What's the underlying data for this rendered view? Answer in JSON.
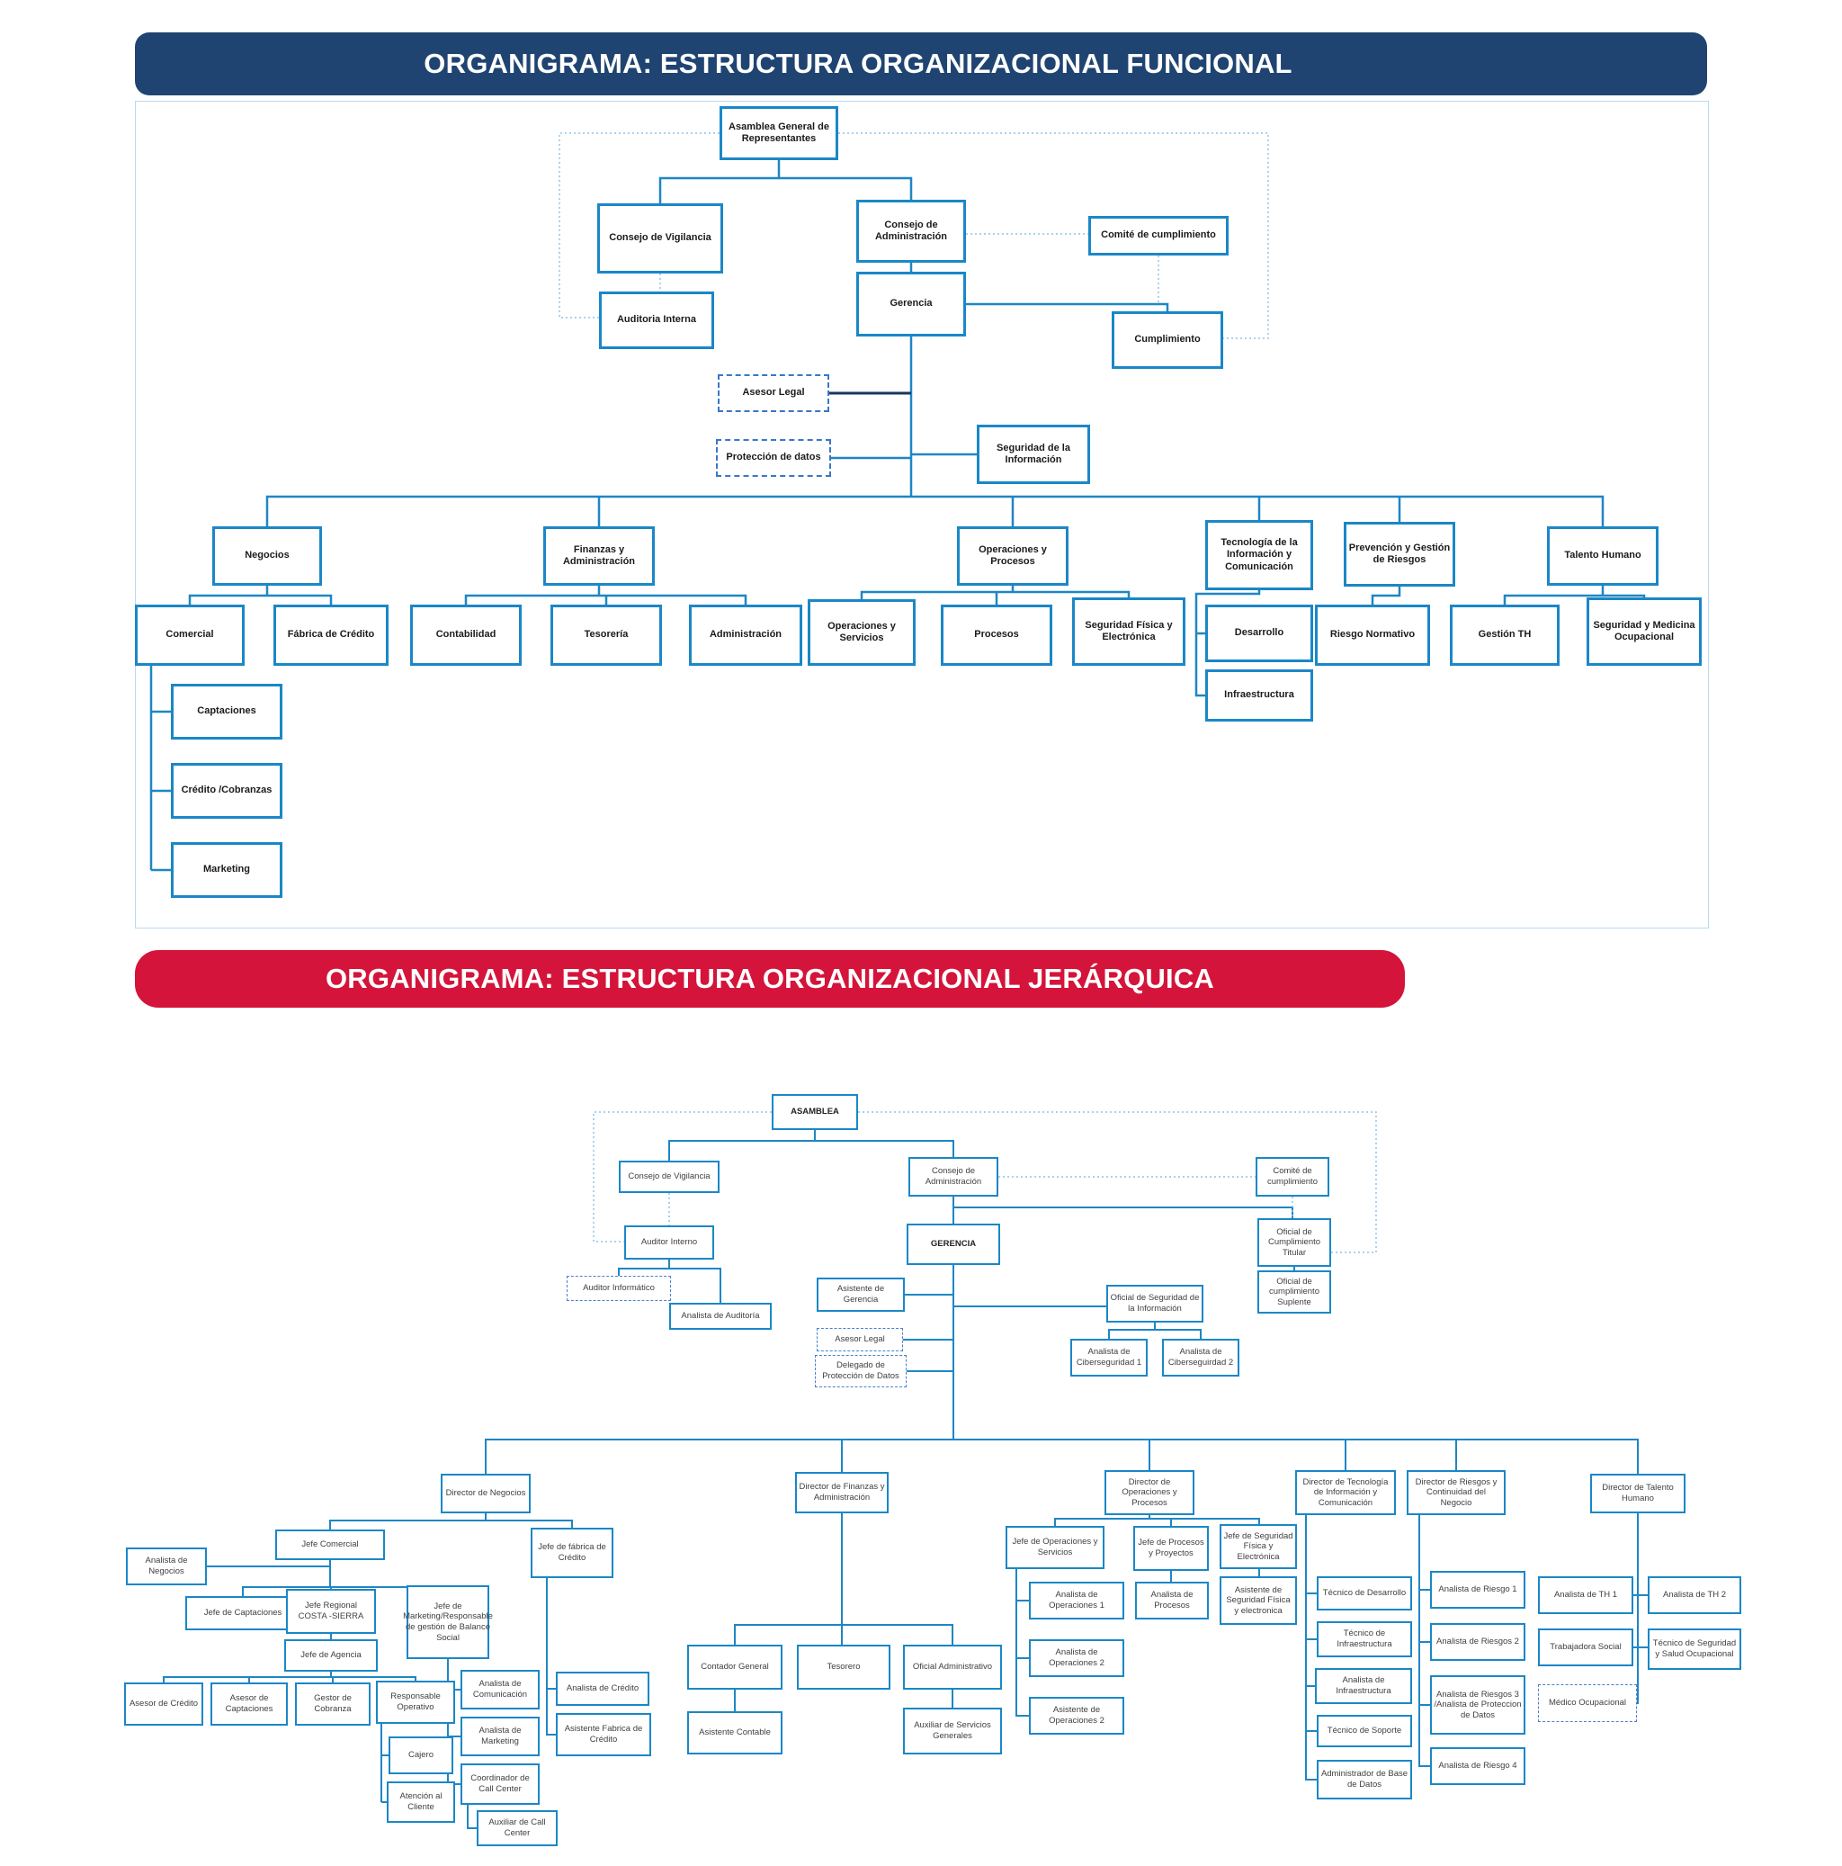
{
  "functional": {
    "title": "ORGANIGRAMA: ESTRUCTURA ORGANIZACIONAL FUNCIONAL",
    "nodes": {
      "asamblea": "Asamblea General de Representantes",
      "consejo_vigilancia": "Consejo de Vigilancia",
      "consejo_administracion": "Consejo de Administración",
      "comite_cumplimiento": "Comité de cumplimiento",
      "gerencia": "Gerencia",
      "auditoria_interna": "Auditoria Interna",
      "cumplimiento": "Cumplimiento",
      "asesor_legal": "Asesor Legal",
      "proteccion_datos": "Protección de datos",
      "seguridad_informacion": "Seguridad de la Información",
      "negocios": "Negocios",
      "finanzas_administracion": "Finanzas y Administración",
      "operaciones_procesos": "Operaciones y Procesos",
      "tecnologia": "Tecnología de la Información y Comunicación",
      "prevencion_riesgos": "Prevención y Gestión de Riesgos",
      "talento_humano": "Talento Humano",
      "comercial": "Comercial",
      "fabrica_credito": "Fábrica de Crédito",
      "contabilidad": "Contabilidad",
      "tesoreria": "Tesorería",
      "administracion": "Administración",
      "operaciones_servicios": "Operaciones y Servicios",
      "procesos": "Procesos",
      "seguridad_fisica": "Seguridad Física y Electrónica",
      "desarrollo": "Desarrollo",
      "infraestructura": "Infraestructura",
      "riesgo_normativo": "Riesgo Normativo",
      "gestion_th": "Gestión TH",
      "seguridad_medicina": "Seguridad y Medicina Ocupacional",
      "captaciones": "Captaciones",
      "credito_cobranzas": "Crédito /Cobranzas",
      "marketing": "Marketing"
    }
  },
  "hierarchical": {
    "title": "ORGANIGRAMA: ESTRUCTURA ORGANIZACIONAL JERÁRQUICA",
    "nodes": {
      "asamblea": "ASAMBLEA",
      "consejo_vigilancia": "Consejo de Vigilancia",
      "consejo_administracion": "Consejo de Administración",
      "comite_cumplimiento": "Comité de cumplimiento",
      "auditor_interno": "Auditor Interno",
      "gerencia": "GERENCIA",
      "oficial_titular": "Oficial de Cumplimiento Titular",
      "auditor_informatico": "Auditor Informático",
      "analista_auditoria": "Analista de Auditoría",
      "asistente_gerencia": "Asistente de Gerencia",
      "oficial_seguridad": "Oficial de Seguridad de la Información",
      "oficial_suplente": "Oficial de cumplimiento Suplente",
      "asesor_legal": "Asesor Legal",
      "delegado_proteccion": "Delegado de Protección de Datos",
      "ciberseguridad1": "Analista de Ciberseguridad 1",
      "ciberseguridad2": "Analista de Ciberseguirdad 2",
      "dir_negocios": "Director de Negocios",
      "dir_finanzas": "Director de Finanzas y Administración",
      "dir_operaciones": "Director de Operaciones y Procesos",
      "dir_tecnologia": "Director de Tecnología de Información y Comunicación",
      "dir_riesgos": "Director de Riesgos y Continuidad del Negocio",
      "dir_talento": "Director de Talento Humano",
      "jefe_comercial": "Jefe Comercial",
      "jefe_fabrica": "Jefe de fábrica de Crédito",
      "analista_negocios": "Analista de Negocios",
      "jefe_captaciones": "Jefe de Captaciones",
      "jefe_regional": "Jefe Regional COSTA -SIERRA",
      "jefe_marketing": "Jefe de Marketing/Responsable de gestión de Balance Social",
      "jefe_agencia": "Jefe de Agencia",
      "asesor_credito": "Asesor de Crédito",
      "asesor_captaciones": "Asesor de Captaciones",
      "gestor_cobranza": "Gestor de Cobranza",
      "responsable_operativo": "Responsable Operativo",
      "cajero": "Cajero",
      "atencion_cliente": "Atención al Cliente",
      "analista_comunicacion": "Analista de Comunicación",
      "analista_marketing": "Analista de Marketing",
      "coordinador_call": "Coordinador de Call Center",
      "auxiliar_call": "Auxiliar de Call Center",
      "analista_credito": "Analista de Crédito",
      "asistente_fabrica": "Asistente Fabrica de Crédito",
      "contador_general": "Contador General",
      "tesorero": "Tesorero",
      "oficial_administrativo": "Oficial Administrativo",
      "asistente_contable": "Asistente Contable",
      "auxiliar_servicios": "Auxiliar de Servicios Generales",
      "jefe_operaciones": "Jefe de Operaciones y Servicios",
      "jefe_procesos": "Jefe de Procesos y Proyectos",
      "jefe_seguridad_fisica": "Jefe de Seguridad Física y Electrónica",
      "analista_oper1": "Analista de Operaciones 1",
      "analista_oper2": "Analista de Operaciones 2",
      "asistente_oper2": "Asistente de Operaciones 2",
      "analista_procesos": "Analista de Procesos",
      "asistente_seguridad": "Asistente de Seguridad Física y electronica",
      "tecnico_desarrollo": "Técnico de Desarrollo",
      "tecnico_infraestructura": "Técnico de Infraestructura",
      "analista_infraestructura": "Analista de Infraestructura",
      "tecnico_soporte": "Técnico de Soporte",
      "administrador_bd": "Administrador de Base de Datos",
      "analista_riesgo1": "Analista de Riesgo 1",
      "analista_riesgos2": "Analista de Riesgos 2",
      "analista_riesgos3": "Analista de Riesgos 3 /Analista de Proteccion de Datos",
      "analista_riesgo4": "Analista de Riesgo 4",
      "analista_th1": "Analista de TH 1",
      "analista_th2": "Analista de TH 2",
      "trabajadora_social": "Trabajadora Social",
      "tecnico_sso": "Técnico de Seguridad y Salud Ocupacional",
      "medico_ocupacional": "Médico Ocupacional"
    }
  },
  "colors": {
    "functional_header": "#1f4471",
    "hierarchical_header": "#d4143a",
    "box_border": "#1b87c7",
    "connector": "#1f86c5",
    "connector_dark": "#17375e",
    "connector_dotted": "#8fc3ea"
  }
}
